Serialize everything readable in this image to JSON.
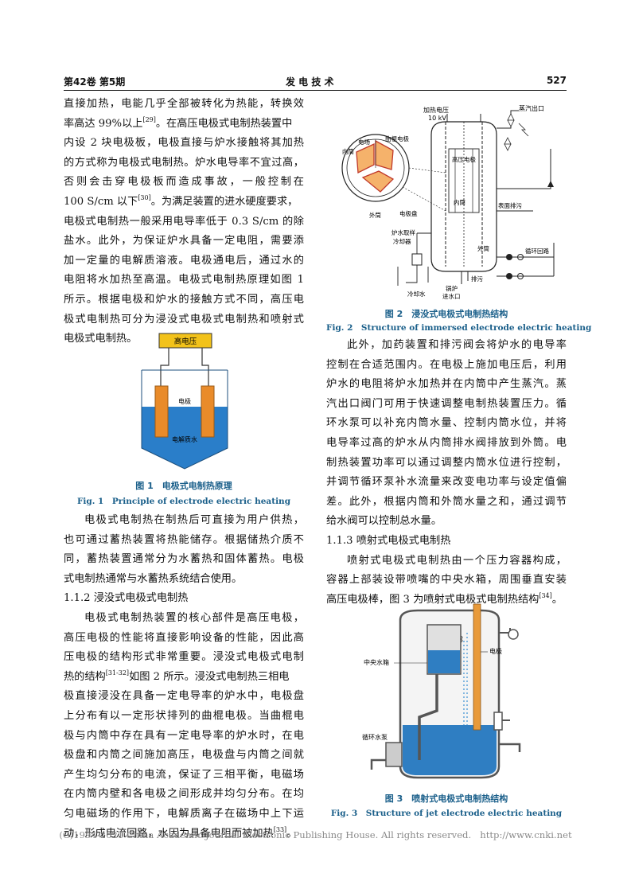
{
  "header": {
    "volume": "第42卷 第5期",
    "journal": "发 电 技 术",
    "page": "527"
  },
  "left_column": {
    "p1": [
      "直接加热，电能几乎全部被转化为热能，转换效",
      "率高达 99%以上",
      "内设 2 块电极板，电极直接与炉水接触将其加热",
      "的方式称为电极式电制热。炉水电导率不宜过高，",
      "否则会击穿电极板而造成事故，一般控制在",
      "100 S/cm 以下",
      "电极式电制热一般采用电导率低于 0.3 S/cm 的除",
      "盐水。此外，为保证炉水具备一定电阻，需要添",
      "加一定量的电解质溶液。电极通电后，通过水的",
      "电阻将水加热至高温。电极式电制热原理如图 1",
      "所示。根据电极和炉水的接触方式不同，高压电",
      "极式电制热可分为浸没式电极式电制热和喷射式",
      "电极式电制热。"
    ],
    "p1_ref1": "[29]",
    "p1_after_ref1": "。在高压电极式电制热装置中",
    "p1_ref2": "[30]",
    "p1_after_ref2": "。为满足装置的进水硬度要求，",
    "p2": [
      "电极式电制热在制热后可直接为用户供热，",
      "也可通过蓄热装置将热能储存。根据储热介质不",
      "同，蓄热装置通常分为水蓄热和固体蓄热。电极",
      "式电制热通常与水蓄热系统结合使用。"
    ],
    "heading_112": "1.1.2 浸没式电极式电制热",
    "p3": [
      "电极式电制热装置的核心部件是高压电极，",
      "高压电极的性能将直接影响设备的性能，因此高",
      "压电极的结构形式非常重要。浸没式电极式电制",
      "热的结构",
      "极直接浸没在具备一定电导率的炉水中，电极盘",
      "上分布有以一定形状排列的曲棍电极。当曲棍电",
      "极与内筒中存在具有一定电导率的炉水时，在电",
      "极盘和内筒之间施加高压，电极盘与内筒之间就",
      "产生均匀分布的电流，保证了三相平衡，电磁场",
      "在内筒内壁和各电极之间形成并均匀分布。在均",
      "匀电磁场的作用下，电解质离子在磁场中上下运",
      "动，形成电流回路，水因为具备电阻而被加热"
    ],
    "p3_ref1": "[31-32]",
    "p3_after_ref1": "如图 2 所示。浸没式电制热三相电",
    "p3_ref2": "[33]",
    "p3_end": "。"
  },
  "right_column": {
    "p1": [
      "此外，加药装置和排污阀会将炉水的电导率",
      "控制在合适范围内。在电极上施加电压后，利用",
      "炉水的电阻将炉水加热并在内筒中产生蒸汽。蒸",
      "汽出口阀门可用于快速调整电制热装置压力。循",
      "环水泵可以补充内筒水量、控制内筒水位，并将",
      "电导率过高的炉水从内筒排水阀排放到外筒。电",
      "制热装置功率可以通过调整内筒水位进行控制，",
      "并调节循环泵补水流量来改变电功率与设定值偏",
      "差。此外，根据内筒和外筒水量之和，通过调节",
      "给水阀可以控制总水量。"
    ],
    "heading_113": "1.1.3 喷射式电极式电制热",
    "p2": [
      "喷射式电极式电制热由一个压力容器构成，",
      "容器上部装设带喷嘴的中央水箱，周围垂直安装",
      "高压电极棒，图 3 为喷射式电极式电制热结构"
    ],
    "p2_ref": "[34]",
    "p2_end": "。"
  },
  "fig1": {
    "caption_cn": "图 1　电极式电制热原理",
    "caption_en": "Fig. 1　Principle of electrode electric heating",
    "label_hv": "高电压",
    "label_electrode": "电极",
    "label_electrolyte": "电解质水"
  },
  "fig2": {
    "caption_cn": "图 2　浸没式电极式电制热结构",
    "caption_en": "Fig. 2　Structure of immersed electrode electric heating",
    "label_voltage1": "加热电压",
    "label_voltage2": "10 kV",
    "label_steam": "蒸汽出口",
    "label_electrode": "电场",
    "label_curved": "曲棍电极",
    "label_inner_left": "内筒",
    "label_hv_electrode": "高压电极",
    "label_outer_bottom": "外筒",
    "label_disk": "电极盘",
    "label_inner": "内筒",
    "label_surface_drain": "表面排污",
    "label_sampler1": "炉水取样",
    "label_sampler2": "冷却器",
    "label_outer": "外筒",
    "label_loop": "循环回路",
    "label_cooling": "冷却水",
    "label_inlet1": "锅炉",
    "label_inlet2": "进水口",
    "label_drain": "排污"
  },
  "fig3": {
    "caption_cn": "图 3　喷射式电极式电制热结构",
    "caption_en": "Fig. 3　Structure of jet electrode electric heating",
    "label_tank": "中央水箱",
    "label_electrode": "电极",
    "label_pump": "循环水泵"
  },
  "footer": {
    "copyright": "(C)1994-2021 China Academic Journal Electronic Publishing House. All rights reserved.",
    "url": "http://www.cnki.net"
  }
}
